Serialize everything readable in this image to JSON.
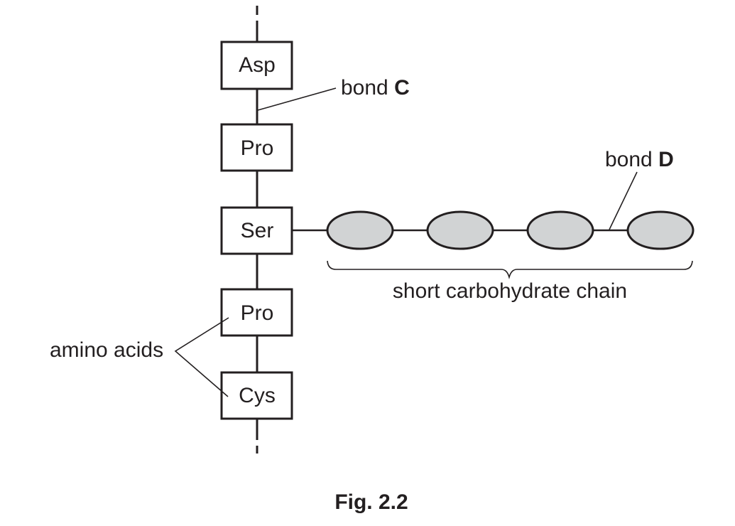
{
  "figure": {
    "caption": "Fig. 2.2",
    "colors": {
      "ink": "#231f20",
      "monosaccharide_fill": "#d1d3d4",
      "background": "#ffffff"
    }
  },
  "polypeptide": {
    "continues_above": true,
    "continues_below": true,
    "amino_acids": [
      {
        "label": "Asp"
      },
      {
        "label": "Pro"
      },
      {
        "label": "Ser"
      },
      {
        "label": "Pro"
      },
      {
        "label": "Cys"
      }
    ],
    "glycosylated_residue_index": 2
  },
  "carbohydrate_chain": {
    "monosaccharide_count": 4,
    "label": "short carbohydrate chain"
  },
  "labels": {
    "bond_c": {
      "text": "bond ",
      "letter": "C",
      "points_to": "peptide bond between Asp and Pro"
    },
    "bond_d": {
      "text": "bond ",
      "letter": "D",
      "points_to": "glycosidic bond between third and fourth monosaccharide"
    },
    "amino_acids": {
      "text": "amino acids",
      "points_to": [
        "Pro",
        "Cys"
      ]
    }
  }
}
